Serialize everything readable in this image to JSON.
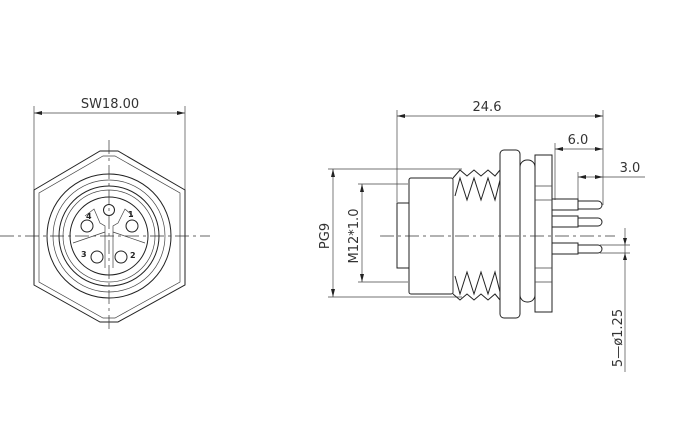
{
  "front_view": {
    "width_dimension": "SW18.00",
    "pin_labels": [
      "1",
      "2",
      "3",
      "4"
    ]
  },
  "side_view": {
    "overall_length": "24.6",
    "pin_section_length": "6.0",
    "pin_tip_length": "3.0",
    "outer_thread": "PG9",
    "inner_thread": "M12*1.0",
    "pin_diameter": "5—ø1.25"
  }
}
